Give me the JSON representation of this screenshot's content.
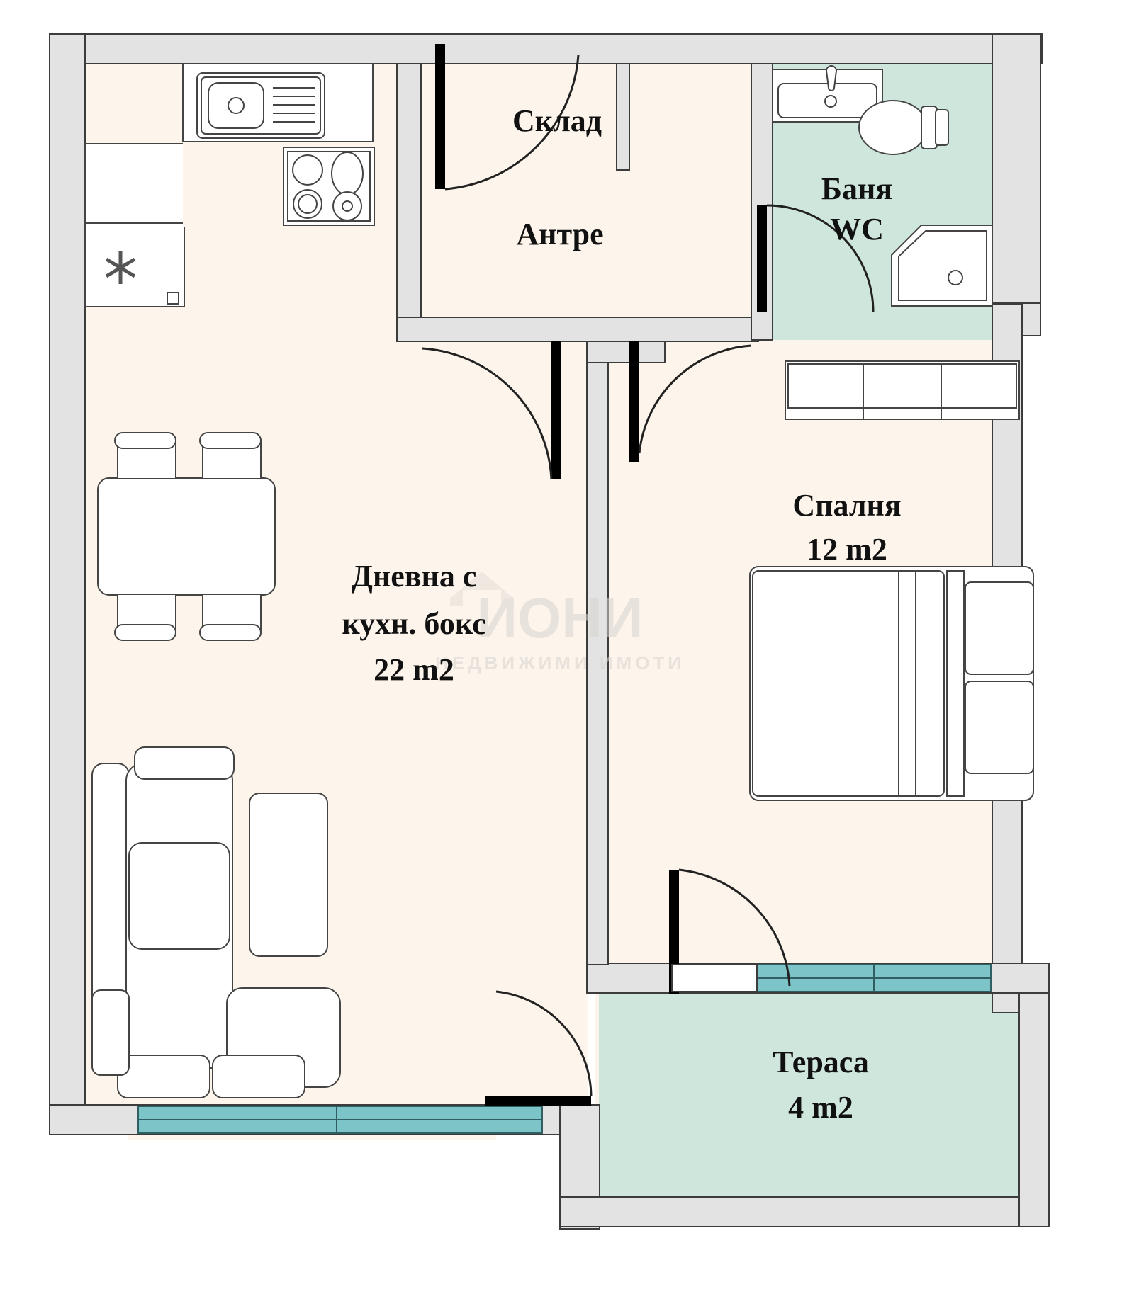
{
  "document": {
    "type": "apartment-floor-plan",
    "language": "bg"
  },
  "colors": {
    "wall_fill": "#e3e3e3",
    "wall_stroke": "#3c3c3c",
    "door_jamb": "#000000",
    "floor_living": "#fdf5ec",
    "floor_bath": "#cfe6dd",
    "floor_terrace": "#cfe6dd",
    "window_glass": "#7cc4c8",
    "furniture_fill": "#ffffff",
    "furniture_stroke": "#444444",
    "text": "#111111",
    "watermark": "#d8d4cf"
  },
  "rooms": [
    {
      "id": "living-kitchen",
      "name_line1": "Дневна с",
      "name_line2": "кухн. бокс",
      "area": "22 m2"
    },
    {
      "id": "hallway",
      "name_line1": "Антре",
      "name_line2": "",
      "area": ""
    },
    {
      "id": "storage",
      "name_line1": "Склад",
      "name_line2": "",
      "area": ""
    },
    {
      "id": "bathroom",
      "name_line1": "Баня",
      "name_line2": "WC",
      "area": ""
    },
    {
      "id": "bedroom",
      "name_line1": "Спалня",
      "name_line2": "",
      "area": "12 m2"
    },
    {
      "id": "terrace",
      "name_line1": "Тераса",
      "name_line2": "",
      "area": "4 m2"
    }
  ],
  "labels": {
    "living_line1": "Дневна с",
    "living_line2": "кухн. бокс",
    "living_area": "22 m2",
    "hallway": "Антре",
    "storage": "Склад",
    "bath_line1": "Баня",
    "bath_line2": "WC",
    "bedroom": "Спалня",
    "bedroom_area": "12 m2",
    "terrace": "Тераса",
    "terrace_area": "4 m2"
  },
  "watermark": {
    "brand": "ИОНИ",
    "tagline": "НЕДВИЖИМИ ИМОТИ"
  },
  "fixtures": [
    {
      "id": "kitchen-sink",
      "name": "sink-with-drainboard"
    },
    {
      "id": "kitchen-hob",
      "name": "cooktop-4-burner"
    },
    {
      "id": "fridge",
      "name": "refrigerator"
    },
    {
      "id": "dining-table",
      "name": "dining-table"
    },
    {
      "id": "dining-chair-1",
      "name": "dining-chair"
    },
    {
      "id": "dining-chair-2",
      "name": "dining-chair"
    },
    {
      "id": "dining-chair-3",
      "name": "dining-chair"
    },
    {
      "id": "dining-chair-4",
      "name": "dining-chair"
    },
    {
      "id": "sofa",
      "name": "sofa"
    },
    {
      "id": "armchair",
      "name": "armchair"
    },
    {
      "id": "coffee-table",
      "name": "coffee-table"
    },
    {
      "id": "bed",
      "name": "double-bed"
    },
    {
      "id": "wardrobe",
      "name": "wardrobe"
    },
    {
      "id": "toilet",
      "name": "toilet"
    },
    {
      "id": "washbasin",
      "name": "washbasin"
    },
    {
      "id": "shower",
      "name": "corner-shower"
    }
  ]
}
